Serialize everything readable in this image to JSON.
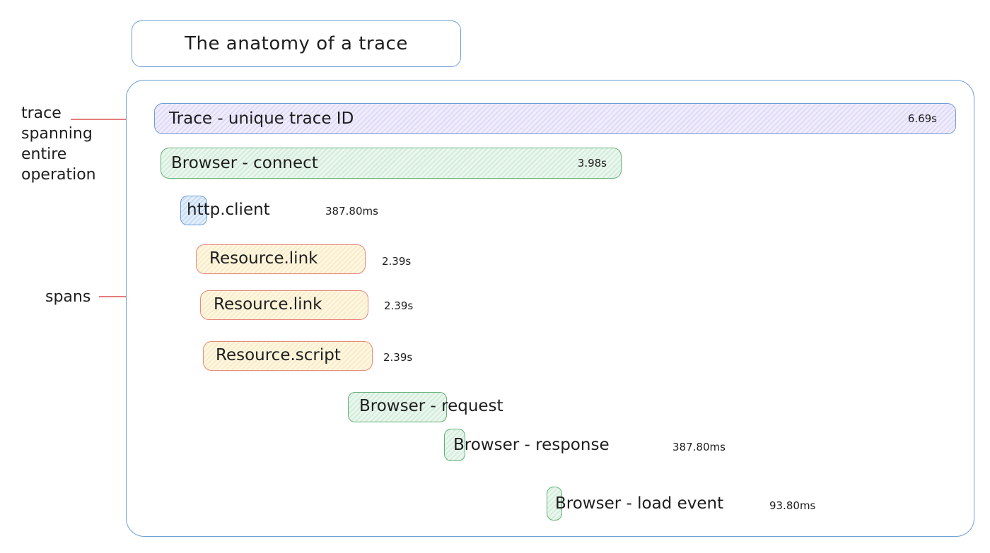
{
  "title": "The anatomy of a trace",
  "annotations": {
    "trace_note": "trace\nspanning\nentire\noperation",
    "spans_note": "spans"
  },
  "trace": {
    "label": "Trace - unique trace ID",
    "duration": "6.69s"
  },
  "spans": [
    {
      "name": "browser-connect",
      "label": "Browser - connect",
      "duration": "3.98s",
      "color": "green"
    },
    {
      "name": "http-client",
      "label": "http.client",
      "duration": "387.80ms",
      "color": "blue"
    },
    {
      "name": "resource-link-1",
      "label": "Resource.link",
      "duration": "2.39s",
      "color": "yellow"
    },
    {
      "name": "resource-link-2",
      "label": "Resource.link",
      "duration": "2.39s",
      "color": "yellow"
    },
    {
      "name": "resource-script",
      "label": "Resource.script",
      "duration": "2.39s",
      "color": "yellow"
    },
    {
      "name": "browser-request",
      "label": "Browser - request",
      "duration": "",
      "color": "green"
    },
    {
      "name": "browser-response",
      "label": "Browser - response",
      "duration": "387.80ms",
      "color": "green"
    },
    {
      "name": "browser-load-event",
      "label": "Browser - load event",
      "duration": "93.80ms",
      "color": "green"
    }
  ],
  "colors": {
    "outline_blue": "#6d9ed6",
    "span_green_border": "#64b077",
    "span_red_border": "#e8897e",
    "trace_fill_purple": "#f0edfb",
    "green_fill": "#eaf7ee",
    "blue_fill": "#e1eefb",
    "yellow_fill": "#fdf7e2",
    "annotation_red": "#e57d7d",
    "text": "#1e1e1e"
  }
}
